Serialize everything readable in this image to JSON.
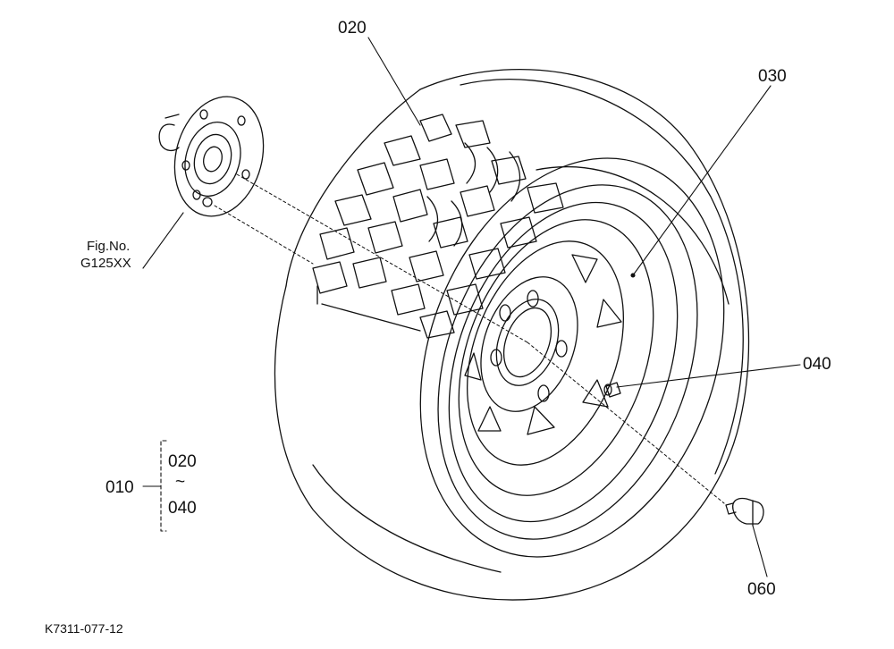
{
  "labels": {
    "part_020": "020",
    "part_030": "030",
    "part_040": "040",
    "part_060": "060",
    "ref_fig_line1": "Fig.No.",
    "ref_fig_line2": "G125XX",
    "assembly_010": "010",
    "assembly_from": "020",
    "assembly_tilde": "~",
    "assembly_to": "040",
    "drawing_code": "K7311-077-12"
  },
  "colors": {
    "line": "#111111",
    "background": "#ffffff"
  }
}
